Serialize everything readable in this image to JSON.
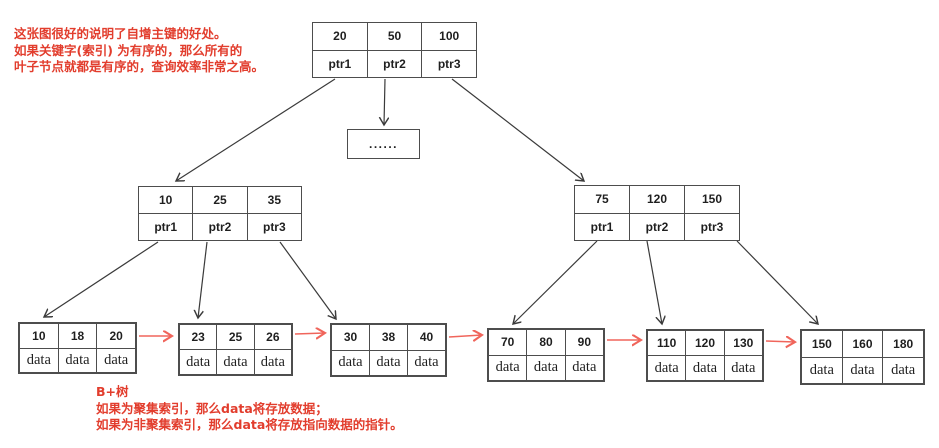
{
  "colors": {
    "annotation_red": "#e23d2d",
    "leaf_link_red": "#f0655b",
    "node_border": "#4d4d4d",
    "arrow_black": "#3a3a3a",
    "node_text": "#1f1f1f",
    "background": "#ffffff"
  },
  "annotations": {
    "top_note_line1": "这张图很好的说明了自增主键的好处。",
    "top_note_line2": "如果关键字(索引) 为有序的，那么所有的",
    "top_note_line3": "叶子节点就都是有序的，查询效率非常之高。",
    "bottom_note_line1": "B+树",
    "bottom_note_line2": "如果为聚集索引，那么data将存放数据；",
    "bottom_note_line3": "如果为非聚集索引，那么data将存放指向数据的指针。"
  },
  "tree": {
    "root": {
      "keys": [
        "20",
        "50",
        "100"
      ],
      "pointers": [
        "ptr1",
        "ptr2",
        "ptr3"
      ]
    },
    "ellipsis": {
      "label": "......"
    },
    "internal_left": {
      "keys": [
        "10",
        "25",
        "35"
      ],
      "pointers": [
        "ptr1",
        "ptr2",
        "ptr3"
      ]
    },
    "internal_right": {
      "keys": [
        "75",
        "120",
        "150"
      ],
      "pointers": [
        "ptr1",
        "ptr2",
        "ptr3"
      ]
    },
    "leaf1": {
      "keys": [
        "10",
        "18",
        "20"
      ],
      "values": [
        "data",
        "data",
        "data"
      ]
    },
    "leaf2": {
      "keys": [
        "23",
        "25",
        "26"
      ],
      "values": [
        "data",
        "data",
        "data"
      ]
    },
    "leaf3": {
      "keys": [
        "30",
        "38",
        "40"
      ],
      "values": [
        "data",
        "data",
        "data"
      ]
    },
    "leaf4": {
      "keys": [
        "70",
        "80",
        "90"
      ],
      "values": [
        "data",
        "data",
        "data"
      ]
    },
    "leaf5": {
      "keys": [
        "110",
        "120",
        "130"
      ],
      "values": [
        "data",
        "data",
        "data"
      ]
    },
    "leaf6": {
      "keys": [
        "150",
        "160",
        "180"
      ],
      "values": [
        "data",
        "data",
        "data"
      ]
    }
  }
}
